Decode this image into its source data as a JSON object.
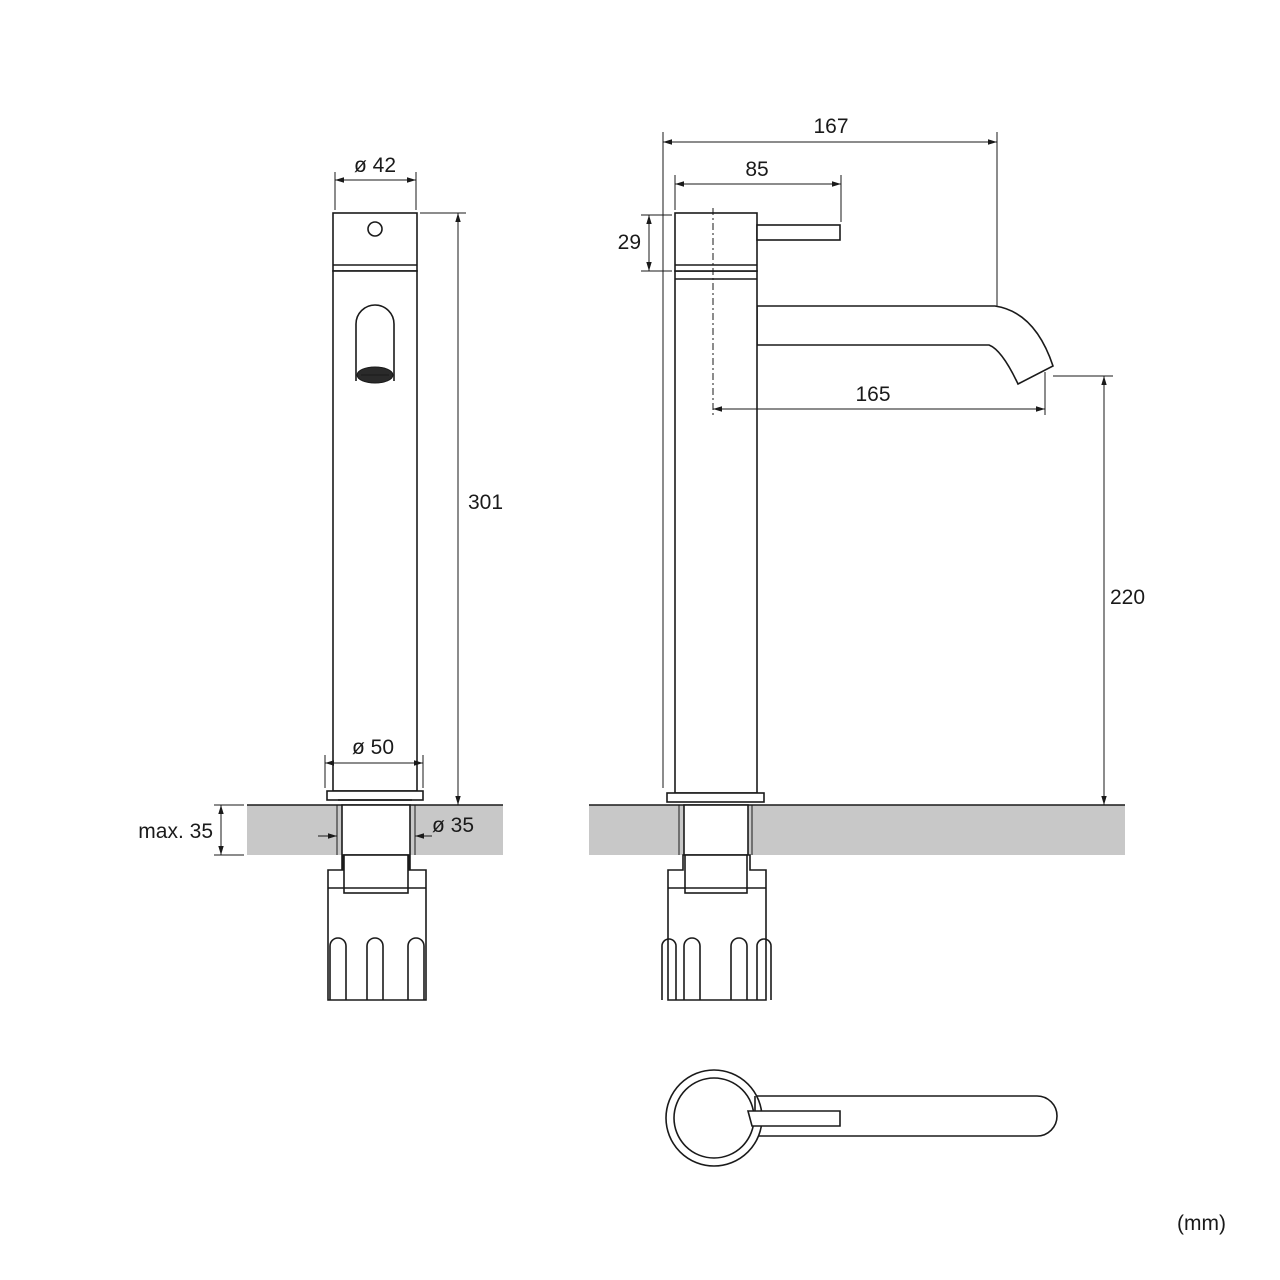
{
  "dimensions": {
    "front_top_diameter": "ø 42",
    "front_height": "301",
    "front_base_diameter": "ø 50",
    "shank_diameter": "ø 35",
    "counter_thickness": "max. 35",
    "side_total_reach": "167",
    "side_handle_length": "85",
    "side_handle_height": "29",
    "side_spout_reach": "165",
    "side_spout_height": "220"
  },
  "units": "(mm)",
  "colors": {
    "line": "#1a1a1a",
    "countertop": "#c8c8c8",
    "background": "#ffffff"
  }
}
